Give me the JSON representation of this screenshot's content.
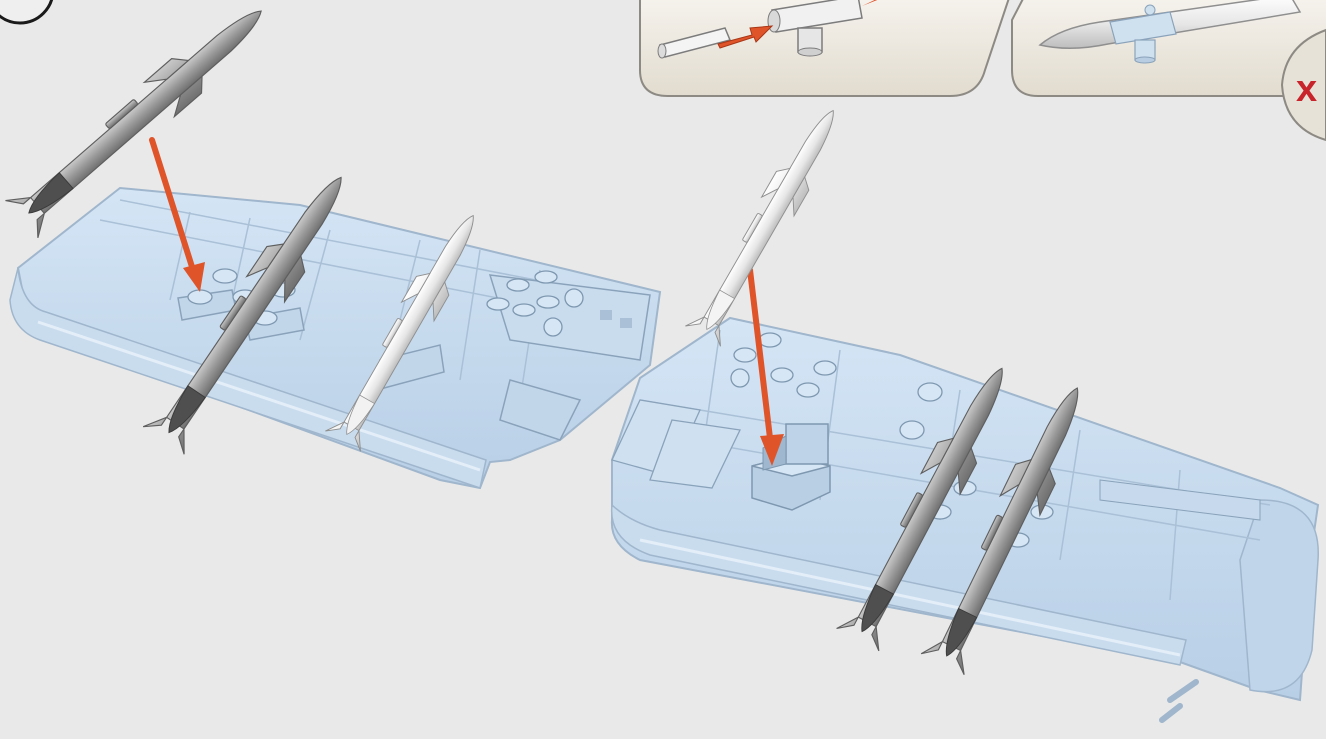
{
  "page": {
    "background": "#e9e9e9",
    "step_badge": {
      "icon": "step-circle-icon"
    }
  },
  "detail_panels": [
    {
      "name": "detail-panel-correct",
      "icon": "assembly-arrow-icon"
    },
    {
      "name": "detail-panel-incorrect",
      "marker_text": "x",
      "marker_color": "#c8242b",
      "icon": "cross-icon"
    }
  ],
  "colors": {
    "wing": "#c5daee",
    "wing_edge": "#9fb6cc",
    "missile_grey": "#9c9c9c",
    "missile_dark": "#5a5a5a",
    "missile_light": "#ededed",
    "arrow": "#e0542a",
    "panel_fill": "#ebe6dc",
    "panel_stroke": "#8d8a84"
  },
  "parts": {
    "left_wing": {
      "icon": "left-wing-icon"
    },
    "right_wing": {
      "icon": "right-wing-icon"
    },
    "missiles": [
      {
        "name": "missile-falling-left",
        "icon": "missile-icon",
        "tone": "grey"
      },
      {
        "name": "missile-mounted-left-outer",
        "icon": "missile-icon",
        "tone": "grey"
      },
      {
        "name": "missile-mounted-left-inner",
        "icon": "missile-icon",
        "tone": "light"
      },
      {
        "name": "missile-falling-right",
        "icon": "missile-icon",
        "tone": "light"
      },
      {
        "name": "missile-mounted-right-1",
        "icon": "missile-icon",
        "tone": "grey"
      },
      {
        "name": "missile-mounted-right-2",
        "icon": "missile-icon",
        "tone": "grey"
      }
    ]
  }
}
